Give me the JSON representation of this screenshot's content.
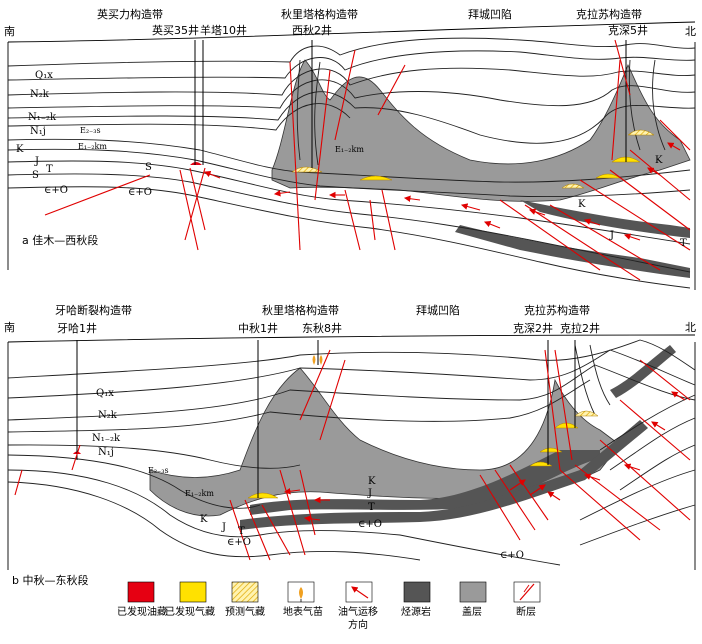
{
  "sectionA": {
    "south": "南",
    "north": "北",
    "zones": [
      "英买力构造带",
      "秋里塔格构造带",
      "拜城凹陷",
      "克拉苏构造带"
    ],
    "wells": [
      "英买35井",
      "羊塔10井",
      "西秋2井",
      "克深5井"
    ],
    "strata": [
      "Q₁x",
      "N₂k",
      "N₁₋₂k",
      "N₁j",
      "E₂₋₃s",
      "E₁₋₂km",
      "K",
      "J",
      "T",
      "S",
      "∈+O",
      "∈+O",
      "S",
      "E₁₋₂km",
      "K",
      "K",
      "J",
      "T"
    ],
    "caption": "a 佳木—西秋段"
  },
  "sectionB": {
    "south": "南",
    "north": "北",
    "zones": [
      "牙哈断裂构造带",
      "秋里塔格构造带",
      "拜城凹陷",
      "克拉苏构造带"
    ],
    "wells": [
      "牙哈1井",
      "中秋1井",
      "东秋8井",
      "克深2井",
      "克拉2井"
    ],
    "strata": [
      "Q₁x",
      "N₂k",
      "N₁₋₂k",
      "N₁j",
      "E₂₋₃s",
      "E₁₋₂km",
      "K",
      "J",
      "T",
      "∈+O",
      "K",
      "J",
      "T",
      "∈+O",
      "∈+O"
    ],
    "caption": "b 中秋—东秋段"
  },
  "legend": [
    "已发现油藏",
    "已发现气藏",
    "预测气藏",
    "地表气苗",
    "油气运移\n方向",
    "烃源岩",
    "盖层",
    "断层"
  ],
  "colors": {
    "oil": "#e60012",
    "gas": "#ffe100",
    "cap": "#9a9a9a",
    "source": "#555555",
    "fault": "#e00000"
  }
}
